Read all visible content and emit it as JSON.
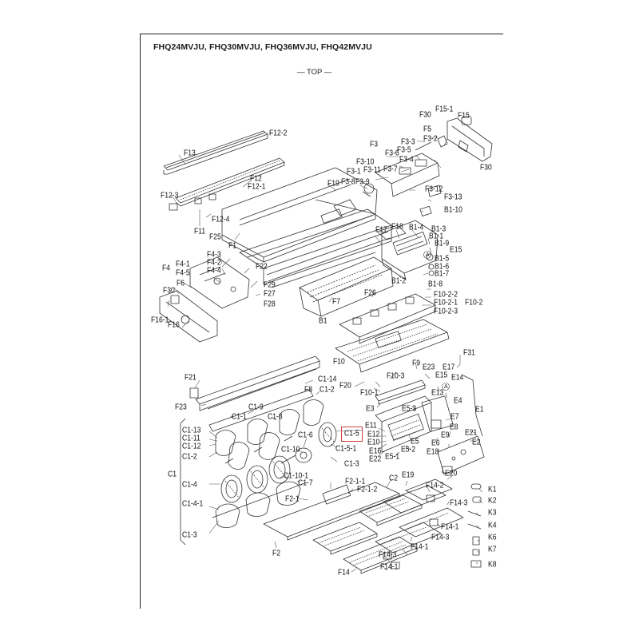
{
  "header": {
    "models": "FHQ24MVJU, FHQ30MVJU, FHQ36MVJU, FHQ42MVJU",
    "orientation": "— TOP —"
  },
  "highlighted_part": "C1-5",
  "colors": {
    "line": "#333333",
    "highlight": "#d23c3c",
    "background": "#ffffff"
  },
  "labels": {
    "F12-2": "F12-2",
    "F13": "F13",
    "F12": "F12",
    "F12-1": "F12-1",
    "F12-3": "F12-3",
    "F12-4": "F12-4",
    "F11": "F11",
    "F25": "F25",
    "F1": "F1",
    "F19": "F19",
    "F3": "F3",
    "F30a": "F30",
    "F15-1": "F15-1",
    "F15": "F15",
    "F5": "F5",
    "F3-3": "F3-3",
    "F3-2": "F3-2",
    "F3-6": "F3-6",
    "F3-5": "F3-5",
    "F3-4": "F3-4",
    "F30b": "F30",
    "F3-10": "F3-10",
    "F3-11": "F3-11",
    "F3-7": "F3-7",
    "F3-1": "F3-1",
    "F3-8": "F3-8",
    "F3-9": "F3-9",
    "F3-12": "F3-12",
    "F3-13": "F3-13",
    "B1-10": "B1-10",
    "F18": "F18",
    "F17": "F17",
    "B1-4": "B1-4",
    "B1-3": "B1-3",
    "B1-1": "B1-1",
    "B1-9": "B1-9",
    "E15a": "E15",
    "B1-5": "B1-5",
    "B1-6": "B1-6",
    "B1-7": "B1-7",
    "B1-2": "B1-2",
    "B1-8": "B1-8",
    "F10-2-2": "F10-2-2",
    "F10-2-1": "F10-2-1",
    "F10-2": "F10-2",
    "F10-2-3": "F10-2-3",
    "F4": "F4",
    "F4-3": "F4-3",
    "F4-1": "F4-1",
    "F4-2": "F4-2",
    "F4-5": "F4-5",
    "F4-4": "F4-4",
    "F22": "F22",
    "F6": "F6",
    "F29": "F29",
    "F27": "F27",
    "F28": "F28",
    "F30c": "F30",
    "F16-1": "F16-1",
    "F16": "F16",
    "F26": "F26",
    "F7": "F7",
    "B1": "B1",
    "F31": "F31",
    "F10": "F10",
    "F9": "F9",
    "E23": "E23",
    "E17": "E17",
    "E15b": "E15",
    "E14": "E14",
    "F10-3": "F10-3",
    "F20": "F20",
    "F10-1": "F10-1",
    "E13": "E13",
    "E4": "E4",
    "E1": "E1",
    "F21": "F21",
    "C1-14": "C1-14",
    "F8": "F8",
    "C1-2a": "C1-2",
    "F23": "F23",
    "C1-9": "C1-9",
    "C1-1": "C1-1",
    "C1-8": "C1-8",
    "E3": "E3",
    "E5-3": "E5-3",
    "E7": "E7",
    "C1-13": "C1-13",
    "C1-11": "C1-11",
    "C1-12": "C1-12",
    "C1-2b": "C1-2",
    "C1-6": "C1-6",
    "C1-5": "C1-5",
    "E11": "E11",
    "E12": "E12",
    "E10": "E10",
    "E16": "E16",
    "E22": "E22",
    "E5": "E5",
    "E5-2": "E5-2",
    "E5-1": "E5-1",
    "E8": "E8",
    "E9": "E9",
    "E6": "E6",
    "E18": "E18",
    "E21": "E21",
    "E2": "E2",
    "C1-10": "C1-10",
    "C1-5-1": "C1-5-1",
    "C1-3a": "C1-3",
    "C1": "C1",
    "C1-4": "C1-4",
    "C1-10-1": "C1-10-1",
    "C1-7": "C1-7",
    "F2-1-1": "F2-1-1",
    "F2-1-2": "F2-1-2",
    "C2": "C2",
    "E19": "E19",
    "F14-2": "F14-2",
    "E20": "E20",
    "K1": "K1",
    "K2": "K2",
    "C1-4-1": "C1-4-1",
    "F2-1": "F2-1",
    "F14-3a": "F14-3",
    "K3": "K3",
    "K4": "K4",
    "F14-1a": "F14-1",
    "C1-3b": "C1-3",
    "F14-3b": "F14-3",
    "K6": "K6",
    "K7": "K7",
    "F14-1b": "F14-1",
    "F2": "F2",
    "F14-3c": "F14-3",
    "F14": "F14",
    "F14-1c": "F14-1",
    "K8": "K8"
  }
}
